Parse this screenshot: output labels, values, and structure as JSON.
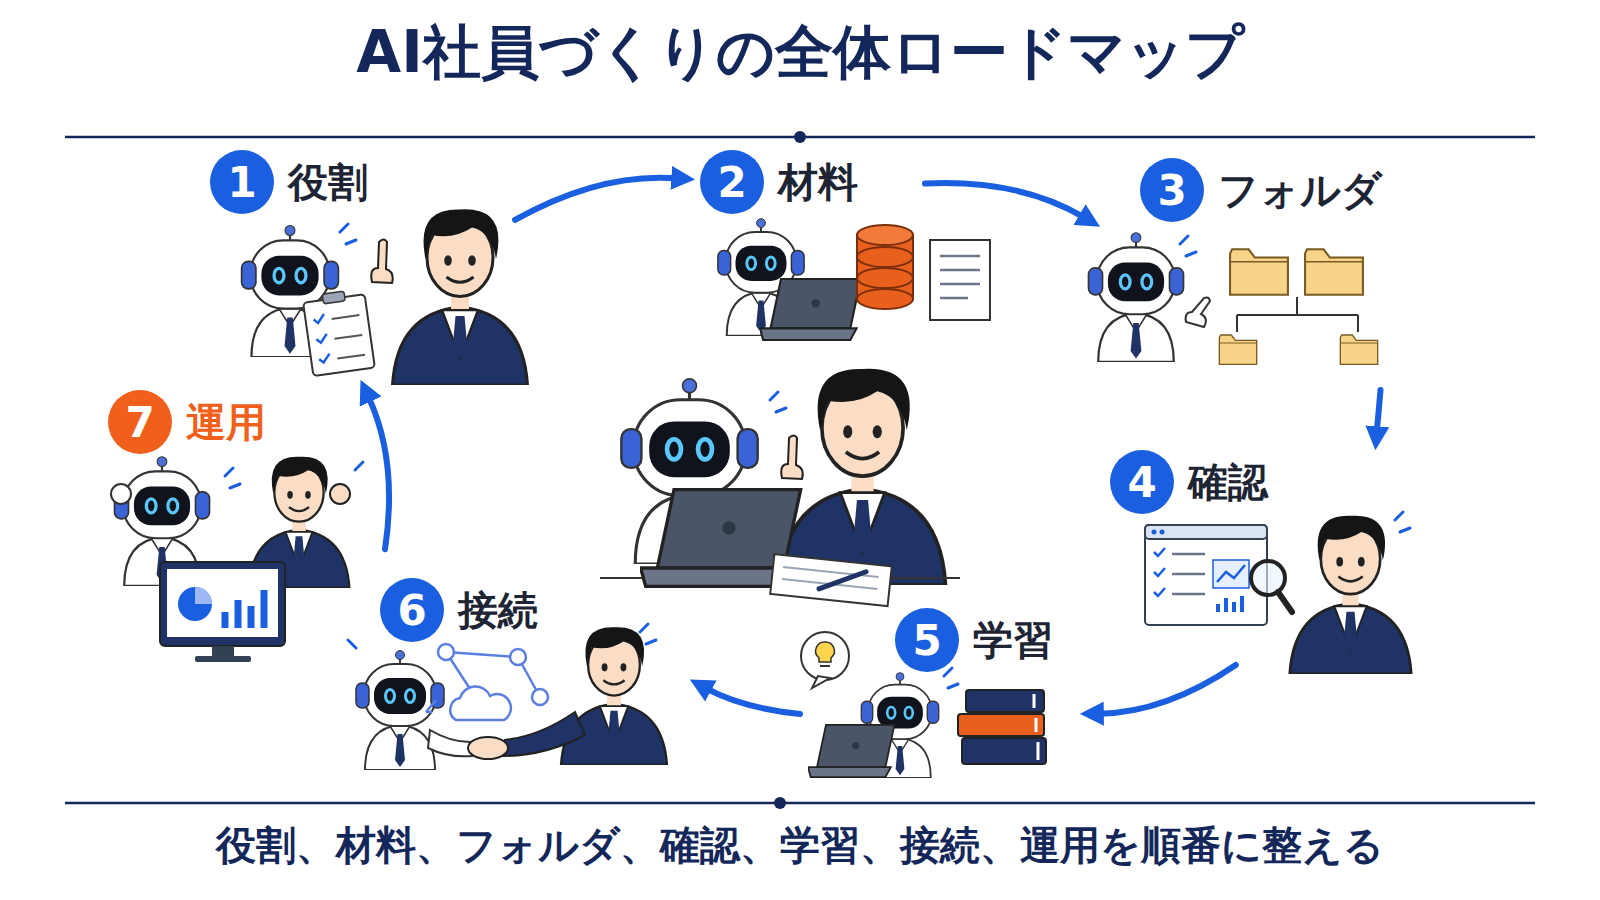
{
  "diagram": {
    "title": "AI社員づくりの全体ロードマップ",
    "caption": "役割、材料、フォルダ、確認、学習、接続、運用を順番に整える",
    "nodes": [
      {
        "text": [
          "1",
          "役割"
        ]
      },
      {
        "text": [
          "2",
          "材料"
        ]
      },
      {
        "text": [
          "3",
          "フォルダ"
        ]
      },
      {
        "text": [
          "4",
          "確認"
        ]
      },
      {
        "text": [
          "5",
          "学習"
        ]
      },
      {
        "text": [
          "6",
          "接続"
        ]
      },
      {
        "text": [
          "7",
          "運用"
        ]
      }
    ],
    "edges": [
      {
        "from": 0,
        "to": 1,
        "arrow": "to"
      },
      {
        "from": 1,
        "to": 2,
        "arrow": "to"
      },
      {
        "from": 2,
        "to": 3,
        "arrow": "to"
      },
      {
        "from": 3,
        "to": 4,
        "arrow": "to"
      },
      {
        "from": 4,
        "to": 5,
        "arrow": "to"
      },
      {
        "from": 6,
        "to": 0,
        "arrow": "to"
      },
      {
        "from": 5,
        "to": 6,
        "arrow": "none"
      }
    ]
  }
}
